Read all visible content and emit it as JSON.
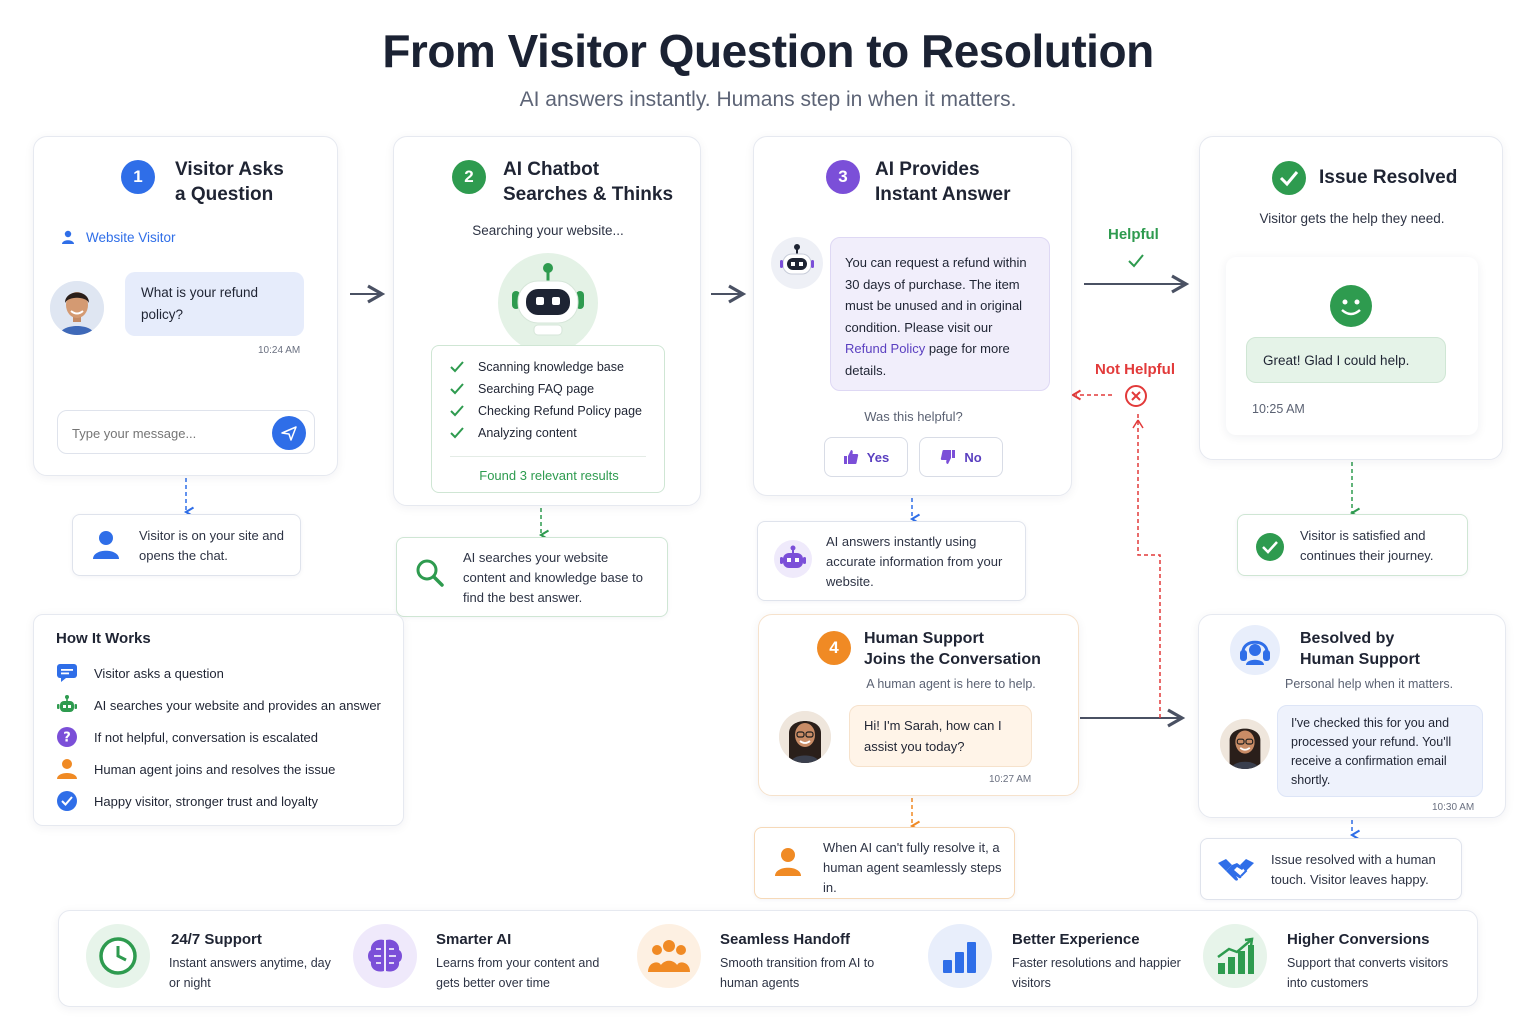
{
  "header": {
    "title": "From Visitor Question to Resolution",
    "subtitle": "AI answers instantly. Humans step in when it matters."
  },
  "step1": {
    "number": "1",
    "title": "Visitor Asks\na Question",
    "visitor_label": "Website Visitor",
    "question": "What is your refund policy?",
    "time": "10:24 AM",
    "input_placeholder": "Type your message...",
    "note": "Visitor is on your site and opens the chat."
  },
  "step2": {
    "number": "2",
    "title": "AI Chatbot\nSearches & Thinks",
    "status": "Searching your website...",
    "checklist": [
      "Scanning knowledge base",
      "Searching FAQ page",
      "Checking Refund Policy page",
      "Analyzing content"
    ],
    "result": "Found 3 relevant results",
    "note": "AI searches your website content and knowledge base to find the best answer."
  },
  "step3": {
    "number": "3",
    "title": "AI Provides\nInstant Answer",
    "answer_before": "You can request a refund within 30 days of purchase. The item must be unused and in original condition. Please visit our ",
    "answer_link": "Refund Policy",
    "answer_after": " page for more details.",
    "helpful_question": "Was this helpful?",
    "yes_label": "Yes",
    "no_label": "No",
    "note": "AI answers instantly using accurate information from your website."
  },
  "branches": {
    "helpful": "Helpful",
    "not_helpful": "Not Helpful"
  },
  "resolved": {
    "title": "Issue Resolved",
    "subtitle": "Visitor gets the help they need.",
    "message": "Great! Glad I could help.",
    "time": "10:25 AM",
    "note": "Visitor is satisfied and continues their journey."
  },
  "step4": {
    "number": "4",
    "title": "Human Support\nJoins the Conversation",
    "subtitle": "A human agent is here to help.",
    "message": "Hi! I'm Sarah, how can I assist you today?",
    "time": "10:27 AM",
    "note": "When AI can't fully resolve it, a human agent seamlessly steps in."
  },
  "human_resolved": {
    "title": "Besolved by\nHuman Support",
    "subtitle": "Personal help when it matters.",
    "message": "I've checked this for you and processed your refund. You'll receive a confirmation email shortly.",
    "time": "10:30 AM",
    "note": "Issue resolved with a human touch. Visitor leaves happy."
  },
  "how_it_works": {
    "title": "How It Works",
    "items": [
      {
        "label": "Visitor asks a question",
        "icon": "chat-icon"
      },
      {
        "label": "AI searches your website and provides an answer",
        "icon": "robot-icon"
      },
      {
        "label": "If not helpful, conversation is escalated",
        "icon": "question-icon"
      },
      {
        "label": "Human agent joins and resolves the issue",
        "icon": "person-icon"
      },
      {
        "label": "Happy visitor, stronger trust and loyalty",
        "icon": "check-badge-icon"
      }
    ]
  },
  "features": [
    {
      "title": "24/7 Support",
      "desc": "Instant answers anytime, day or night",
      "icon": "clock-icon",
      "color": "#2e9b4f"
    },
    {
      "title": "Smarter AI",
      "desc": "Learns from your content and gets better over time",
      "icon": "brain-icon",
      "color": "#7b4fd8"
    },
    {
      "title": "Seamless Handoff",
      "desc": "Smooth transition from AI to human agents",
      "icon": "team-icon",
      "color": "#f08a24"
    },
    {
      "title": "Better Experience",
      "desc": "Faster resolutions and happier visitors",
      "icon": "bar-chart-icon",
      "color": "#2f6ee8"
    },
    {
      "title": "Higher Conversions",
      "desc": "Support that converts visitors into customers",
      "icon": "growth-chart-icon",
      "color": "#2e9b4f"
    }
  ],
  "colors": {
    "blue": "#2f6ee8",
    "green": "#2e9b4f",
    "purple": "#7b4fd8",
    "orange": "#f08a24",
    "red": "#e23a3a"
  }
}
